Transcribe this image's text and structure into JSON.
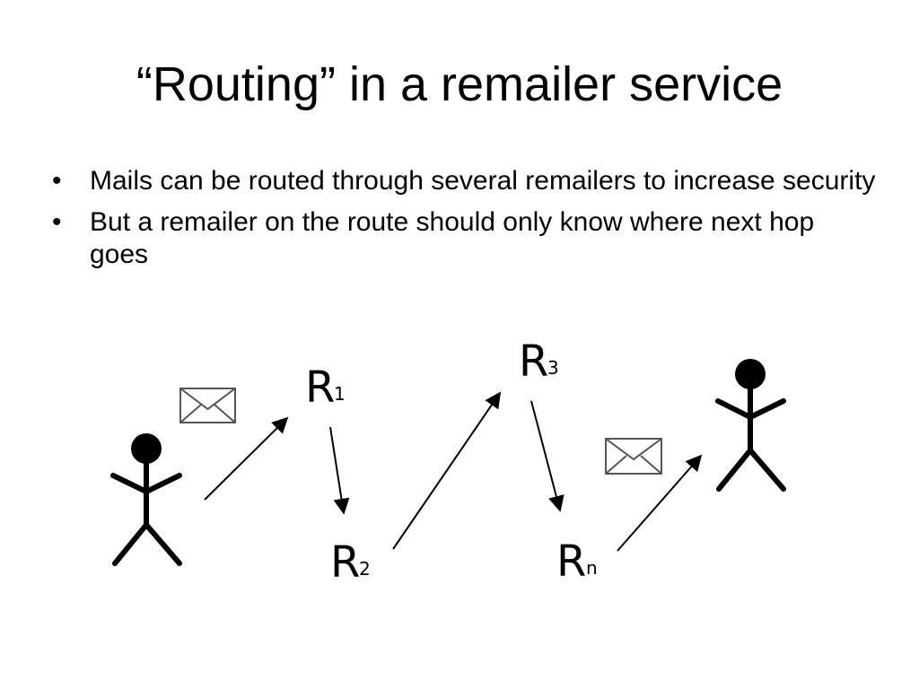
{
  "slide": {
    "title": "“Routing” in a remailer service",
    "bullets": [
      {
        "marker": "•",
        "text": "Mails can be routed through several remailers to increase security"
      },
      {
        "marker": "•",
        "text": "But a remailer on the route should only know where next hop goes"
      }
    ]
  },
  "diagram": {
    "nodes": [
      {
        "id": "r1",
        "letter": "R",
        "sub": "1"
      },
      {
        "id": "r2",
        "letter": "R",
        "sub": "2"
      },
      {
        "id": "r3",
        "letter": "R",
        "sub": "3"
      },
      {
        "id": "rn",
        "letter": "R",
        "sub": "n"
      }
    ],
    "icons": [
      "sender-person-icon",
      "recipient-person-icon",
      "envelope-icon",
      "envelope-icon"
    ],
    "stroke_color": "#000000"
  }
}
